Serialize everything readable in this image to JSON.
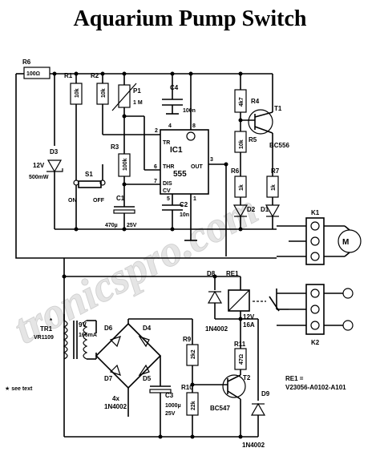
{
  "title": "Aquarium Pump Switch",
  "watermark": "tronicspro.com",
  "labels": {
    "r6": "R6",
    "r6v": "100Ω",
    "r1": "R1",
    "r1v": "10k",
    "r2": "R2",
    "r2v": "10k",
    "p1": "P1",
    "p1v": "1 M",
    "c4": "C4",
    "c4v": "100n",
    "r4": "R4",
    "r4v": "4k7",
    "t1": "T1",
    "t1t": "BC556",
    "d3": "D3",
    "d3v1": "12V",
    "d3v2": "500mW",
    "s1": "S1",
    "on": "ON",
    "off": "OFF",
    "r3": "R3",
    "r3v": "100k",
    "ic1": "IC1",
    "ic1t": "555",
    "p2": "2",
    "p4": "4",
    "p8": "8",
    "p6": "6",
    "p7": "7",
    "p5": "5",
    "p1n": "1",
    "p3": "3",
    "tr": "TR",
    "thr": "THR",
    "dis": "DIS",
    "cv": "CV",
    "out": "OUT",
    "r5": "R5",
    "r5v": "10k",
    "r6b": "R6",
    "r6bv": "1k",
    "r7": "R7",
    "r7v": "1k",
    "d2": "D2",
    "d1": "D1",
    "c1": "C1",
    "c1v1": "470µ",
    "c1v2": "25V",
    "c2": "C2",
    "c2v": "10n",
    "k1": "K1",
    "k2": "K2",
    "d8": "D8",
    "re1": "RE1",
    "d8t": "1N4002",
    "re1v1": "12V",
    "re1v2": "16A",
    "tr1": "TR1",
    "tr1v": "VR1109",
    "tr1s": "*",
    "sec1": "9V",
    "sec2": "166mA",
    "d6": "D6",
    "d4": "D4",
    "d7": "D7",
    "d5": "D5",
    "r9": "R9",
    "r9v": "2k2",
    "r11": "R11",
    "r11v": "47Ω",
    "t2": "T2",
    "t2t": "BC547",
    "r10": "R10",
    "r10v": "22k",
    "d9": "D9",
    "d9t": "1N4002",
    "bridge1": "4x",
    "bridge2": "1N4002",
    "c3": "C3",
    "c3v1": "1000µ",
    "c3v2": "25V",
    "note": "★ see text",
    "re1eq": "RE1 =",
    "re1part": "V23056-A0102-A101"
  }
}
